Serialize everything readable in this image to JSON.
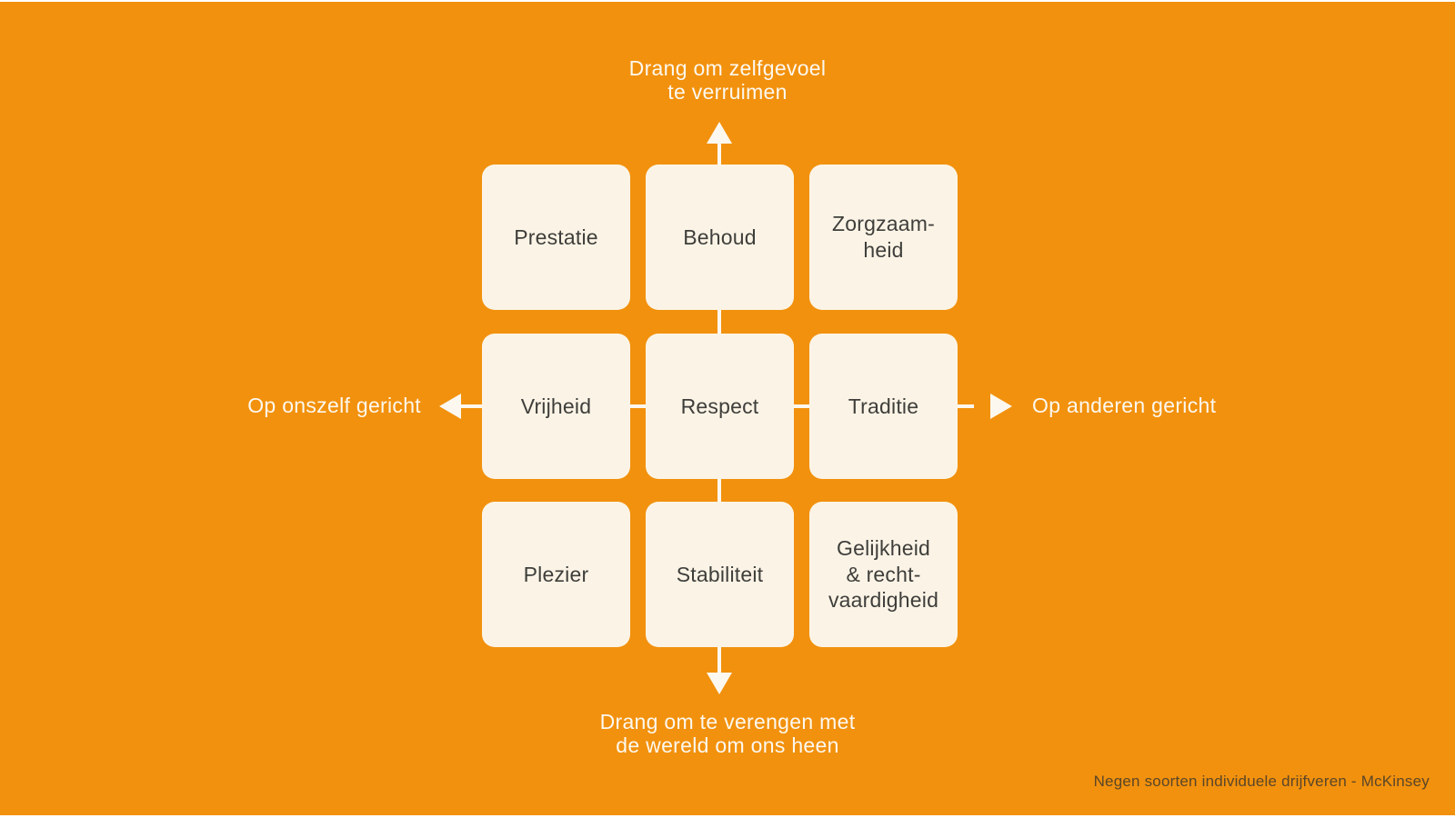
{
  "diagram": {
    "axis_labels": {
      "top": "Drang om zelfgevoel\nte verruimen",
      "bottom": "Drang om te verengen met\nde wereld om ons heen",
      "left": "Op onszelf gericht",
      "right": "Op anderen gericht"
    },
    "cards": [
      {
        "label": "Prestatie"
      },
      {
        "label": "Behoud"
      },
      {
        "label": "Zorgzaam-\nheid"
      },
      {
        "label": "Vrijheid"
      },
      {
        "label": "Respect"
      },
      {
        "label": "Traditie"
      },
      {
        "label": "Plezier"
      },
      {
        "label": "Stabiliteit"
      },
      {
        "label": "Gelijkheid\n& recht-\nvaardigheid"
      }
    ],
    "attribution": "Negen soorten individuele drijfveren - McKinsey",
    "colors": {
      "background": "#F2910D",
      "card_background": "#FBF4E6",
      "card_text": "#3F3E3B",
      "axis_text_and_arrows": "#FCF8EF",
      "attribution_text": "#5A4629"
    }
  }
}
